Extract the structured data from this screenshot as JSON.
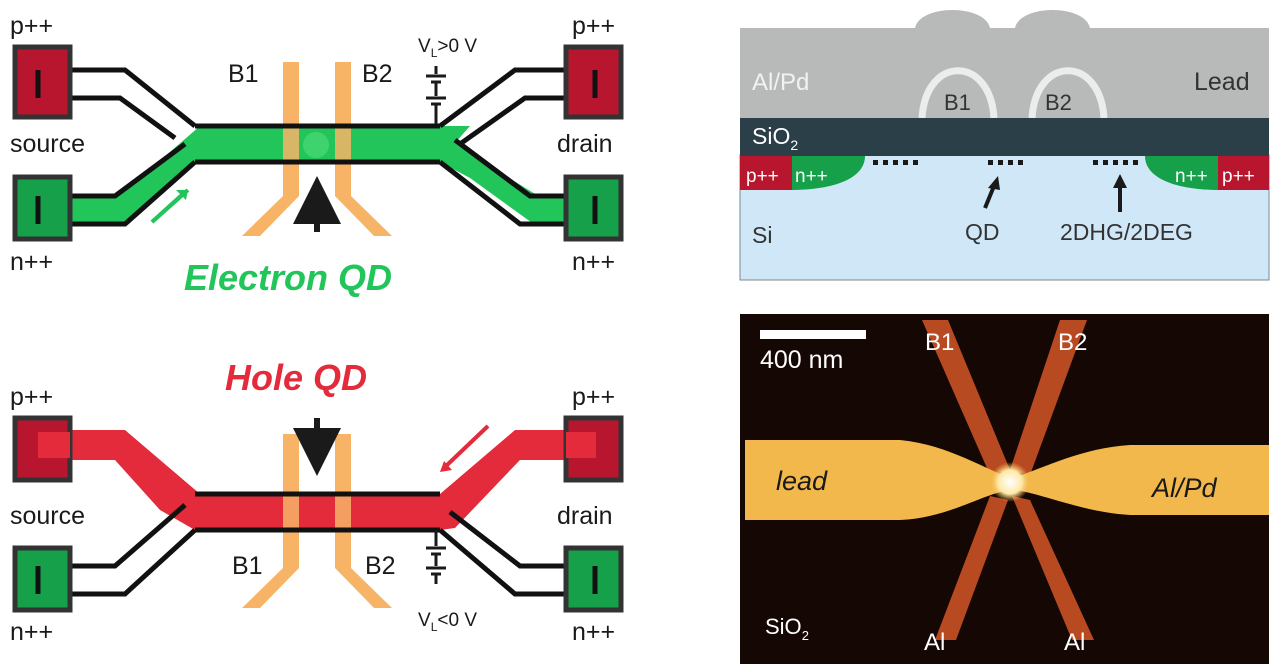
{
  "colors": {
    "electron_green": "#22c55a",
    "hole_red": "#e32b3c",
    "pad_red": "#b8162e",
    "pad_green": "#16a04a",
    "gate_orange": "#f7b467",
    "lead_gray": "#b8b9b9",
    "oxide_dark": "#2b3f48",
    "silicon_blue": "#cfe7f6",
    "afm_background": "#150703",
    "afm_lead": "#f3b84b",
    "afm_gate": "#b84a22"
  },
  "electron_panel": {
    "title": "Electron QD",
    "labels": {
      "p_left": "p++",
      "p_right": "p++",
      "n_left": "n++",
      "n_right": "n++",
      "source": "source",
      "drain": "drain",
      "b1": "B1",
      "b2": "B2",
      "vl_main": "V",
      "vl_sub": "L",
      "vl_rest": ">0 V"
    }
  },
  "hole_panel": {
    "title": "Hole QD",
    "labels": {
      "p_left": "p++",
      "p_right": "p++",
      "n_left": "n++",
      "n_right": "n++",
      "source": "source",
      "drain": "drain",
      "b1": "B1",
      "b2": "B2",
      "vl_main": "V",
      "vl_sub": "L",
      "vl_rest": "<0 V"
    }
  },
  "cross_section": {
    "lead_material": "Al/Pd",
    "lead": "Lead",
    "b1": "B1",
    "b2": "B2",
    "oxide_main": "SiO",
    "oxide_sub": "2",
    "p_left": "p++",
    "n_left": "n++",
    "n_right": "n++",
    "p_right": "p++",
    "substrate": "Si",
    "qd": "QD",
    "gas": "2DHG/2DEG"
  },
  "afm": {
    "scale_bar": "400 nm",
    "b1": "B1",
    "b2": "B2",
    "lead": "lead",
    "lead_material": "Al/Pd",
    "oxide_main": "SiO",
    "oxide_sub": "2",
    "gate_left": "Al",
    "gate_right": "Al"
  }
}
